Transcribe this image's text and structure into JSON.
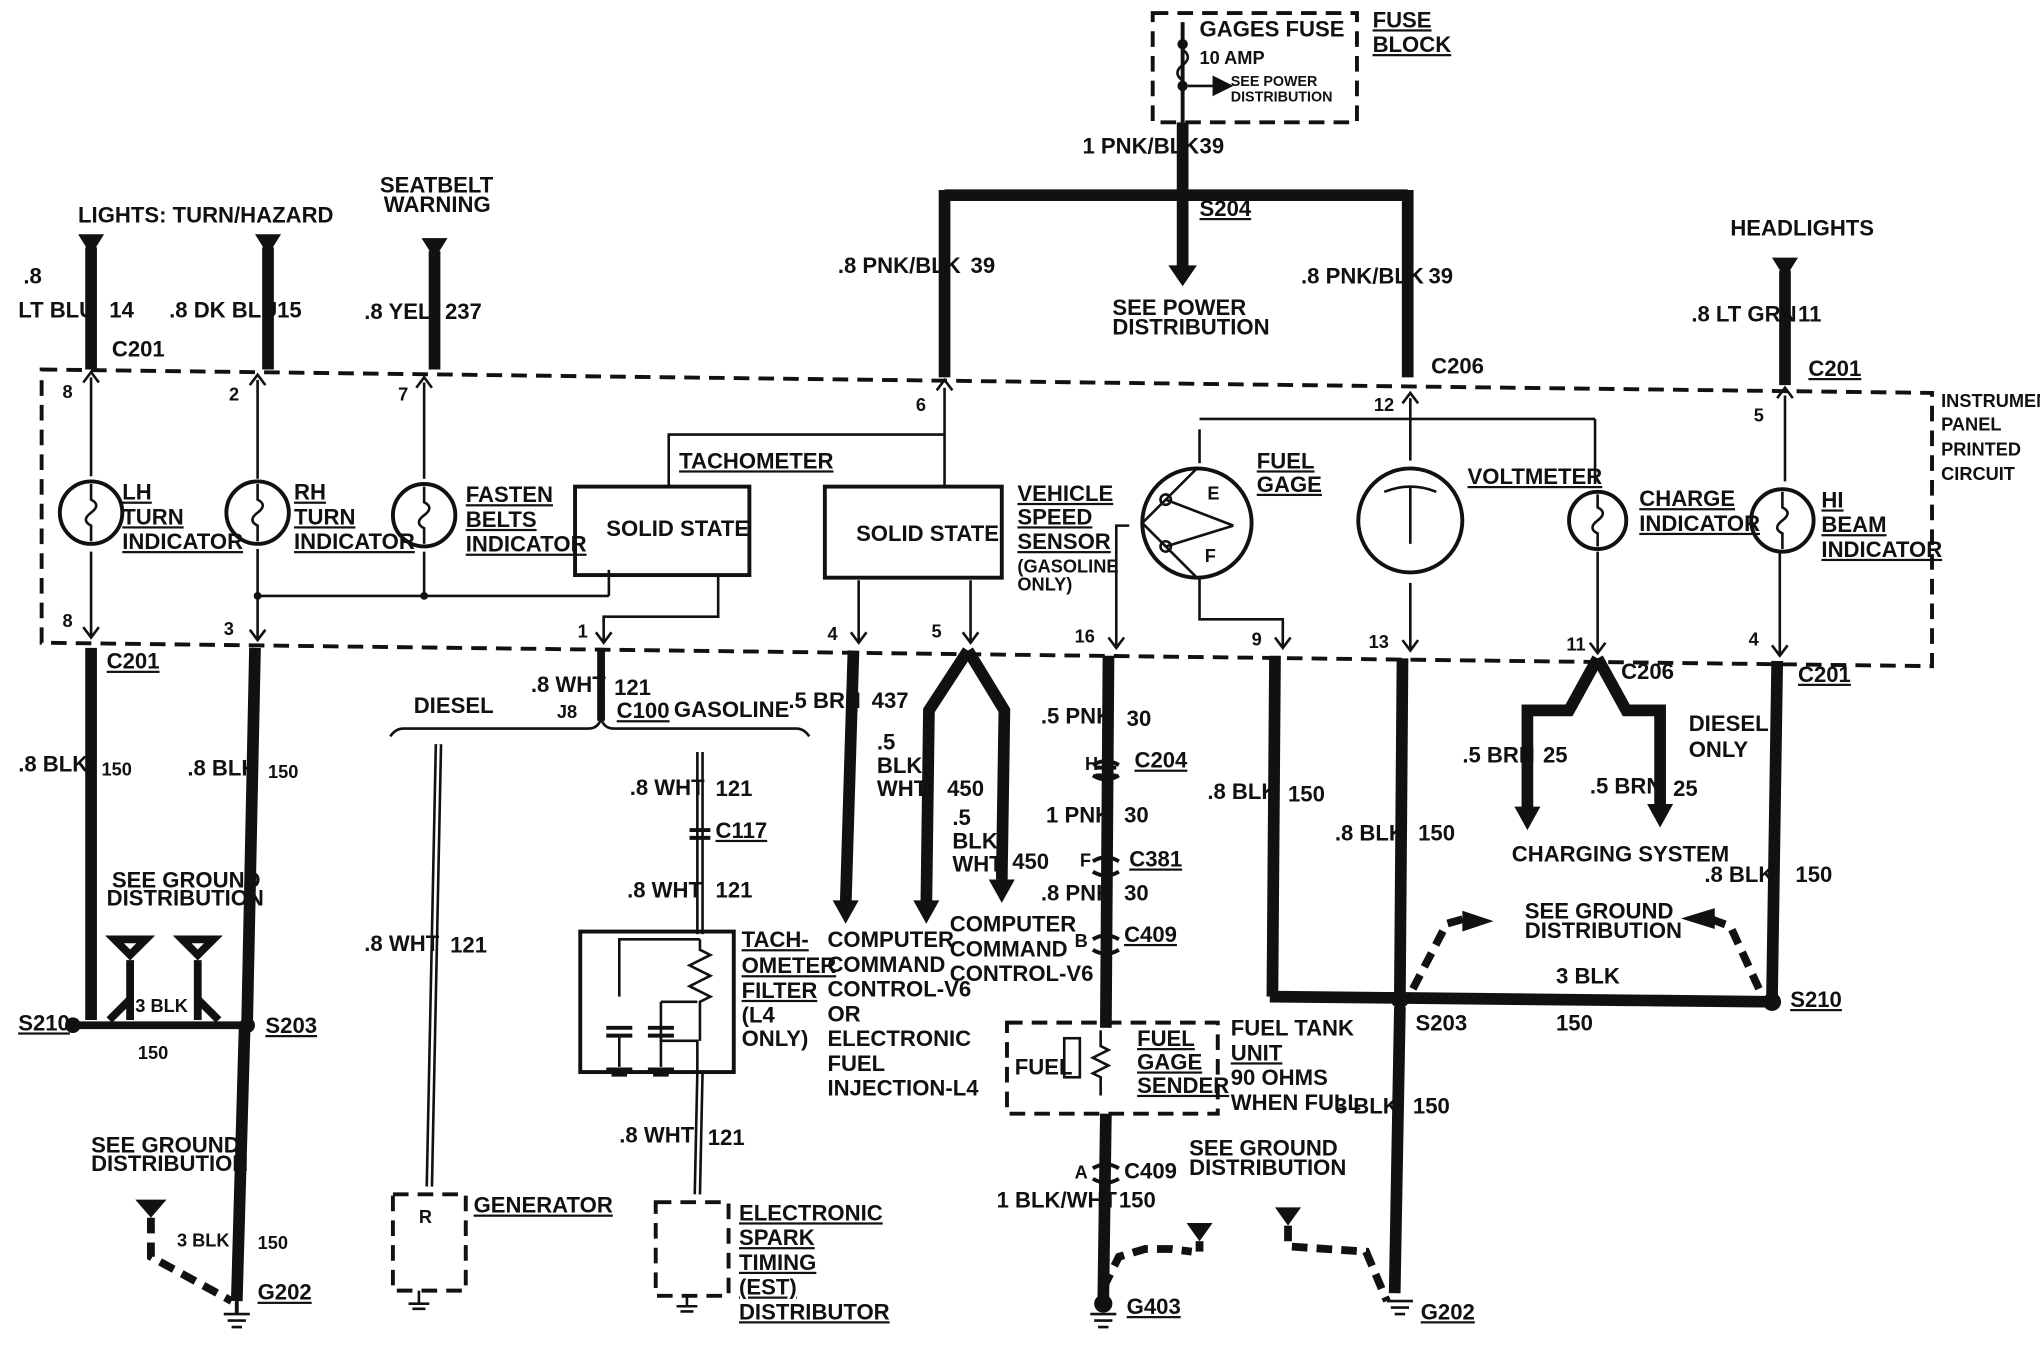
{
  "fuse": {
    "name": "GAGES FUSE",
    "rating": "10 AMP",
    "see_note_1": "SEE POWER",
    "see_note_2": "DISTRIBUTION",
    "block_1": "FUSE",
    "block_2": "BLOCK"
  },
  "feed": {
    "main_wire": "1 PNK/BLK",
    "main_circuit": "39",
    "splice": "S204",
    "left_wire": ".8 PNK/BLK",
    "left_circuit": "39",
    "right_wire": ".8 PNK/BLK",
    "right_circuit": "39",
    "power_note_1": "SEE POWER",
    "power_note_2": "DISTRIBUTION"
  },
  "panel": {
    "label_1": "INSTRUMENT",
    "label_2": "PANEL",
    "label_3": "PRINTED",
    "label_4": "CIRCUIT"
  },
  "top_inputs": {
    "lights_title": "LIGHTS:  TURN/HAZARD",
    "lh_size": ".8",
    "lh_color": "LT BLU",
    "lh_circuit": "14",
    "rh_wire": ".8 DK BLU",
    "rh_circuit": "15",
    "seatbelt_title_1": "SEATBELT",
    "seatbelt_title_2": "WARNING",
    "yel_wire": ".8 YEL",
    "yel_circuit": "237",
    "headlights_title": "HEADLIGHTS",
    "grn_wire": ".8 LT GRN",
    "grn_circuit": "11"
  },
  "connectors": {
    "c201": "C201",
    "c206": "C206",
    "c100": "C100",
    "j8": "J8",
    "c117": "C117",
    "c204": "C204",
    "c381": "C381",
    "c409": "C409"
  },
  "pins": {
    "p8": "8",
    "p2": "2",
    "p7": "7",
    "p6": "6",
    "p12": "12",
    "p5": "5",
    "p3": "3",
    "p1": "1",
    "p4": "4",
    "p16": "16",
    "p9": "9",
    "p13": "13",
    "p11": "11",
    "pin_h": "H",
    "pin_f": "F",
    "pin_b": "B",
    "pin_a": "A"
  },
  "indicators": {
    "lh_1": "LH",
    "lh_2": "TURN",
    "lh_3": "INDICATOR",
    "rh_1": "RH",
    "rh_2": "TURN",
    "rh_3": "INDICATOR",
    "fb_1": "FASTEN",
    "fb_2": "BELTS",
    "fb_3": "INDICATOR",
    "tach": "TACHOMETER",
    "solid_state": "SOLID STATE",
    "vss_1": "VEHICLE",
    "vss_2": "SPEED",
    "vss_3": "SENSOR",
    "vss_note_1": "(GASOLINE",
    "vss_note_2": "ONLY)",
    "fuel_1": "FUEL",
    "fuel_2": "GAGE",
    "gauge_e": "E",
    "gauge_f": "F",
    "volt": "VOLTMETER",
    "charge_1": "CHARGE",
    "charge_2": "INDICATOR",
    "hi_1": "HI",
    "hi_2": "BEAM",
    "hi_3": "INDICATOR"
  },
  "lower_left": {
    "blk_wire": ".8 BLK",
    "blk_circuit": "150",
    "ground_note_1": "SEE GROUND",
    "ground_note_2": "DISTRIBUTION",
    "blk3": "3 BLK",
    "s210": "S210",
    "s203": "S203",
    "g202": "G202"
  },
  "tach_branch": {
    "wht_wire": ".8 WHT",
    "wht_circuit": "121",
    "diesel": "DIESEL",
    "gasoline": "GASOLINE",
    "filter_1": "TACH-",
    "filter_2": "OMETER",
    "filter_3": "FILTER",
    "filter_4": "(L4",
    "filter_5": "ONLY)",
    "generator": "GENERATOR",
    "gen_terminal": "R",
    "est_1": "ELECTRONIC",
    "est_2": "SPARK",
    "est_3": "TIMING",
    "est_4": "(EST)",
    "est_5": "DISTRIBUTOR"
  },
  "computer_branch": {
    "brn_wire": ".5 BRN",
    "brn_circuit": "437",
    "bw_1": ".5",
    "bw_2": "BLK/",
    "bw_3": "WHT",
    "bw_circuit": "450",
    "ccc_1": "COMPUTER",
    "ccc_2": "COMMAND",
    "ccc_3": "CONTROL-V6",
    "ccc_4": "OR",
    "ccc_5": "ELECTRONIC",
    "ccc_6": "FUEL",
    "ccc_7": "INJECTION-L4",
    "ccc2_1": "COMPUTER",
    "ccc2_2": "COMMAND",
    "ccc2_3": "CONTROL-V6"
  },
  "fuel_branch": {
    "pnk5": ".5 PNK",
    "pnk1": "1 PNK",
    "pnk8": ".8 PNK",
    "pnk_circuit": "30",
    "fuel": "FUEL",
    "sender_1": "FUEL",
    "sender_2": "GAGE",
    "sender_3": "SENDER",
    "unit_1": "FUEL TANK",
    "unit_2": "UNIT",
    "unit_3": "90 OHMS",
    "unit_4": "WHEN FULL",
    "blkwht": "1 BLK/WHT",
    "blkwht_circuit": "150",
    "g403": "G403",
    "ground_note_1": "SEE GROUND",
    "ground_note_2": "DISTRIBUTION"
  },
  "right_branch": {
    "blk_wire": ".8 BLK",
    "blk_circuit": "150",
    "brn_wire": ".5 BRN",
    "brn_circuit": "25",
    "diesel_1": "DIESEL",
    "diesel_2": "ONLY",
    "charging": "CHARGING SYSTEM",
    "ground_note_1": "SEE GROUND",
    "ground_note_2": "DISTRIBUTION",
    "blk3": "3 BLK",
    "s203": "S203",
    "s210": "S210",
    "g202": "G202"
  }
}
